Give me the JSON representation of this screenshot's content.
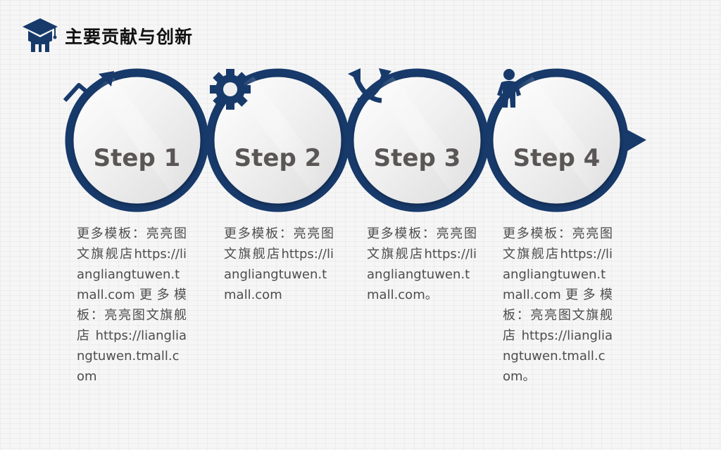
{
  "header": {
    "title": "主要贡献与创新",
    "logo_icon": "graduation-cap-icon"
  },
  "colors": {
    "navy": "#173a6b",
    "text": "#5b5656",
    "body_text": "#4d4d4d"
  },
  "steps": [
    {
      "label": "Step 1",
      "icon": "trend-arrow-icon",
      "description": "更多模板：亮亮图文旗舰店https://liangliangtuwen.tmall.com更多模板：亮亮图文旗舰店https://liangliangtuwen.tmall.com"
    },
    {
      "label": "Step 2",
      "icon": "gear-icon",
      "description": "更多模板：亮亮图文旗舰店https://liangliangtuwen.tmall.com"
    },
    {
      "label": "Step 3",
      "icon": "crossed-arrows-icon",
      "description": "更多模板：亮亮图文旗舰店https://liangliangtuwen.tmall.com。"
    },
    {
      "label": "Step 4",
      "icon": "person-icon",
      "description": "更多模板：亮亮图文旗舰店https://liangliangtuwen.tmall.com更多模板：亮亮图文旗舰店https://liangliangtuwen.tmall.com。"
    }
  ]
}
